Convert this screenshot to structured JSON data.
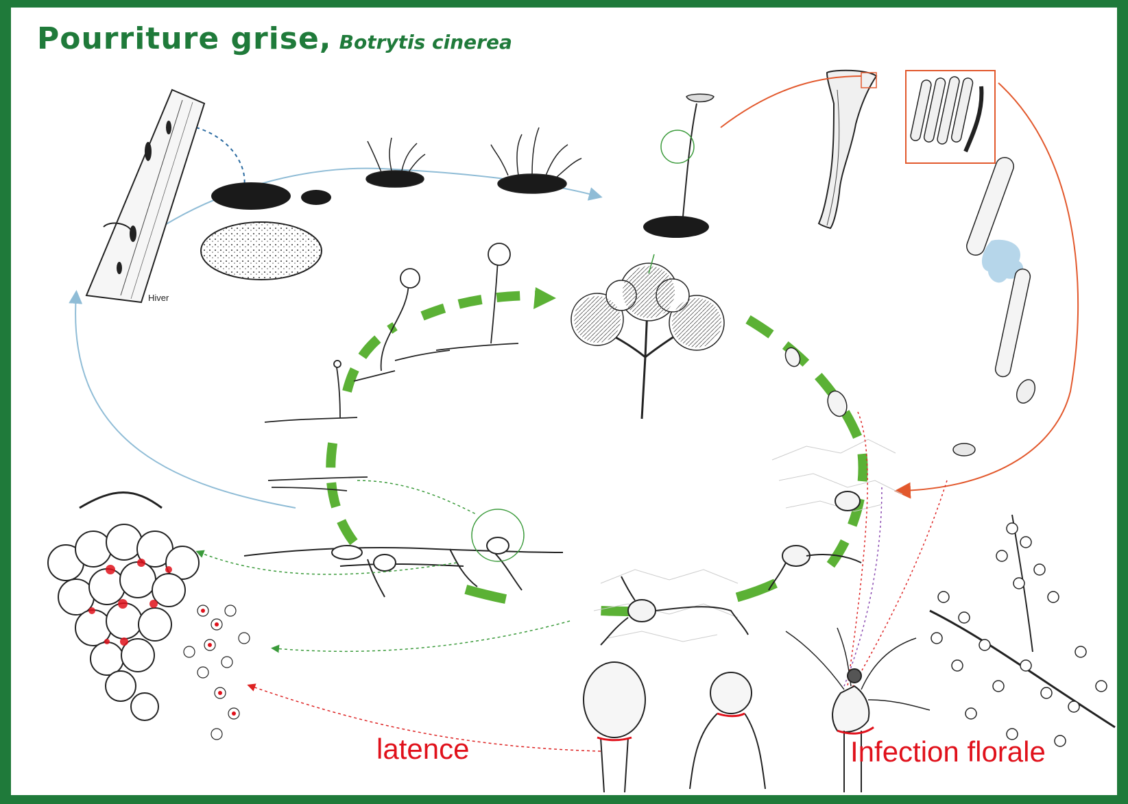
{
  "title": {
    "main": "Pourriture grise,",
    "latin": "Botrytis cinerea"
  },
  "labels": {
    "hiver": "Hiver",
    "latence": "latence",
    "infection_florale": "Infection florale"
  },
  "colors": {
    "frame": "#1f7a3a",
    "cycle_green": "#5bb135",
    "winter_arrow": "#8fbcd6",
    "sexual_arrow": "#e2582c",
    "highlight_red": "#e0111b",
    "ink": "#1a1a1a"
  },
  "icons": [
    "winter-cane-icon",
    "sclerotium-icon",
    "apothecium-icon",
    "ascus-icon",
    "conidiophore-icon",
    "conidium-icon",
    "mycelium-icon",
    "grape-bunch-icon",
    "flower-icon",
    "inflorescence-icon"
  ]
}
